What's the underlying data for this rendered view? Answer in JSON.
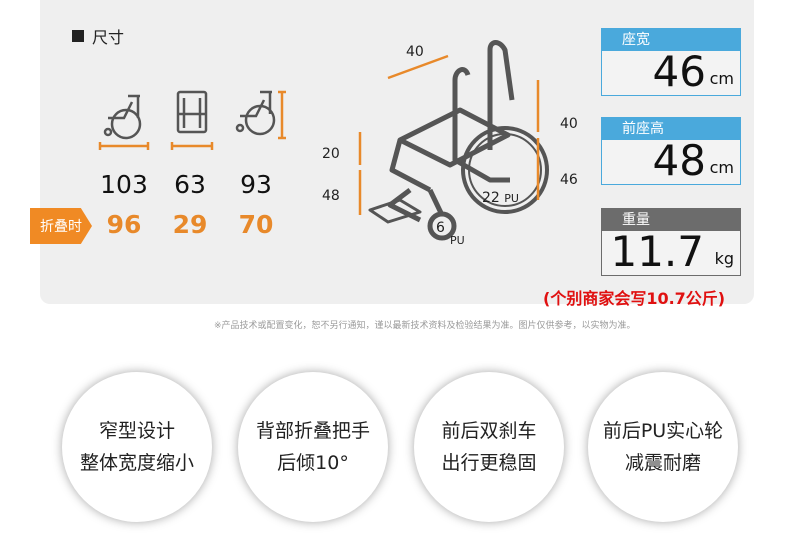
{
  "section": {
    "title": "尺寸"
  },
  "dimensions": {
    "values": [
      "103",
      "63",
      "93"
    ],
    "fold_label": "折叠时",
    "folded_values": [
      "96",
      "29",
      "70"
    ]
  },
  "diagram": {
    "labels": {
      "top": "40",
      "left_upper": "20",
      "left_lower": "48",
      "right_upper": "40",
      "right_lower": "46",
      "rear_wheel": "22",
      "rear_wheel_material": "PU",
      "front_wheel": "6",
      "front_wheel_material": "PU"
    }
  },
  "specs": [
    {
      "label": "座宽",
      "value": "46",
      "unit": "cm"
    },
    {
      "label": "前座高",
      "value": "48",
      "unit": "cm"
    },
    {
      "label": "重量",
      "value": "11.7",
      "unit": "kg"
    }
  ],
  "note": "(个别商家会写10.7公斤)",
  "disclaimer": "※产品技术或配置变化，恕不另行通知，谨以最新技术资料及检验结果为准。图片仅供参考，以实物为准。",
  "features": [
    {
      "line1": "窄型设计",
      "line2": "整体宽度缩小"
    },
    {
      "line1": "背部折叠把手",
      "line2": "后倾10°"
    },
    {
      "line1": "前后双刹车",
      "line2": "出行更稳固"
    },
    {
      "line1": "前后PU实心轮",
      "line2": "减震耐磨"
    }
  ],
  "colors": {
    "blue": "#4aa9dc",
    "gray": "#6c6c6c",
    "orange": "#e8892a",
    "red": "#e01010"
  }
}
